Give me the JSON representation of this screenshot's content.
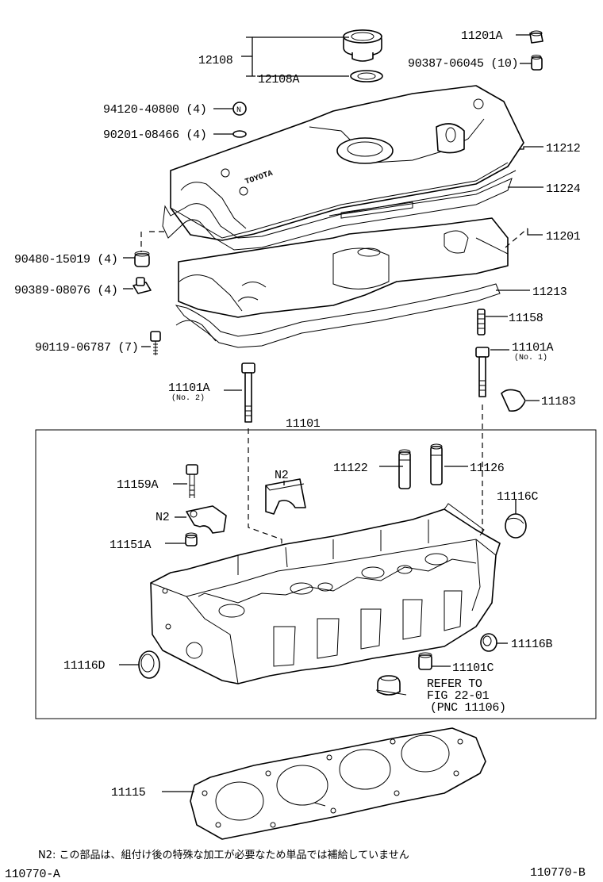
{
  "diagram": {
    "labels": {
      "p12108": "12108",
      "p12108A": "12108A",
      "p11201A": "11201A",
      "p90387": "90387-06045 (10)",
      "p94120": "94120-40800 (4)",
      "p90201": "90201-08466 (4)",
      "p11212": "11212",
      "p11224": "11224",
      "p11201": "11201",
      "p90480": "90480-15019 (4)",
      "p90389": "90389-08076 (4)",
      "p11213": "11213",
      "p11158": "11158",
      "p90119": "90119-06787 (7)",
      "p11101A_1": "11101A",
      "p11101A_1_sub": "(No. 1)",
      "p11101A_2": "11101A",
      "p11101A_2_sub": "(No. 2)",
      "p11183": "11183",
      "p11101": "11101",
      "p11122": "11122",
      "p11126": "11126",
      "p11159A": "11159A",
      "pN2_top": "N2",
      "pN2_left": "N2",
      "p11116C": "11116C",
      "p11151A": "11151A",
      "p11116B": "11116B",
      "p11116D": "11116D",
      "p11101C": "11101C",
      "refer1": "REFER TO",
      "refer2": "FIG 22-01",
      "refer3": "(PNC 11106)",
      "p11115": "11115"
    },
    "emblem_text": "TOYOTA",
    "n_mark": "N",
    "footnote": "N2: この部品は、組付け後の特殊な加工が必要なため単品では補給していません",
    "fig_left": "110770-A",
    "fig_right": "110770-B"
  }
}
